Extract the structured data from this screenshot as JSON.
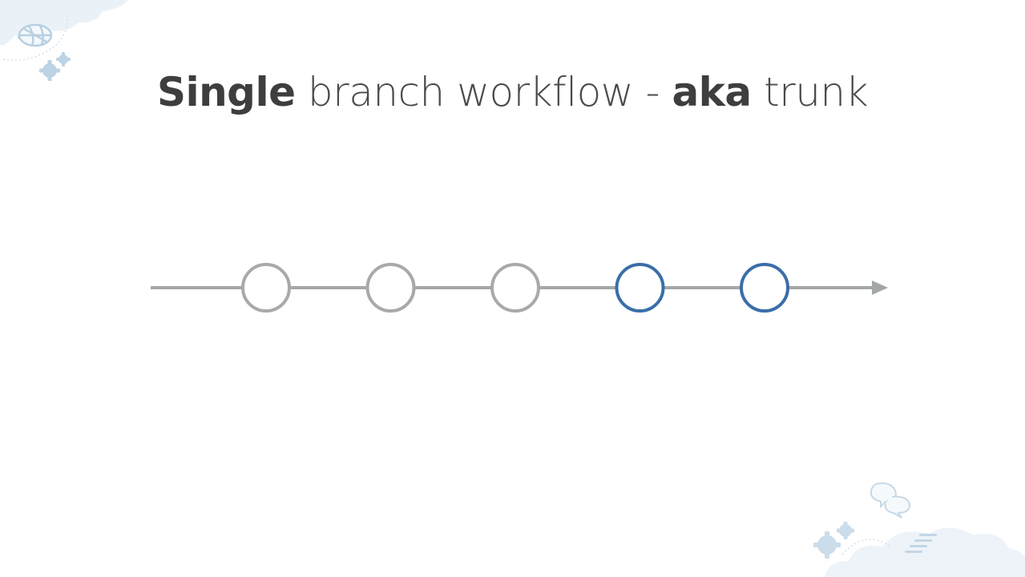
{
  "slide": {
    "title": {
      "part1_bold": "Single",
      "part2": " branch workflow - ",
      "part3_bold": "aka",
      "part4": " trunk"
    }
  },
  "icons": {
    "top_left": [
      "globe-icon",
      "gears-icon"
    ],
    "bottom_right": [
      "speech-bubbles-icon",
      "gears-icon",
      "bars-icon"
    ]
  },
  "colors": {
    "line": "#a3a8a6",
    "old_commit": "#a9a9a9",
    "new_commit": "#3a6ea8",
    "decoration": "#d5e4ef"
  },
  "diagram": {
    "branches": 1,
    "commits": [
      {
        "state": "existing"
      },
      {
        "state": "existing"
      },
      {
        "state": "existing"
      },
      {
        "state": "new"
      },
      {
        "state": "new"
      }
    ]
  }
}
